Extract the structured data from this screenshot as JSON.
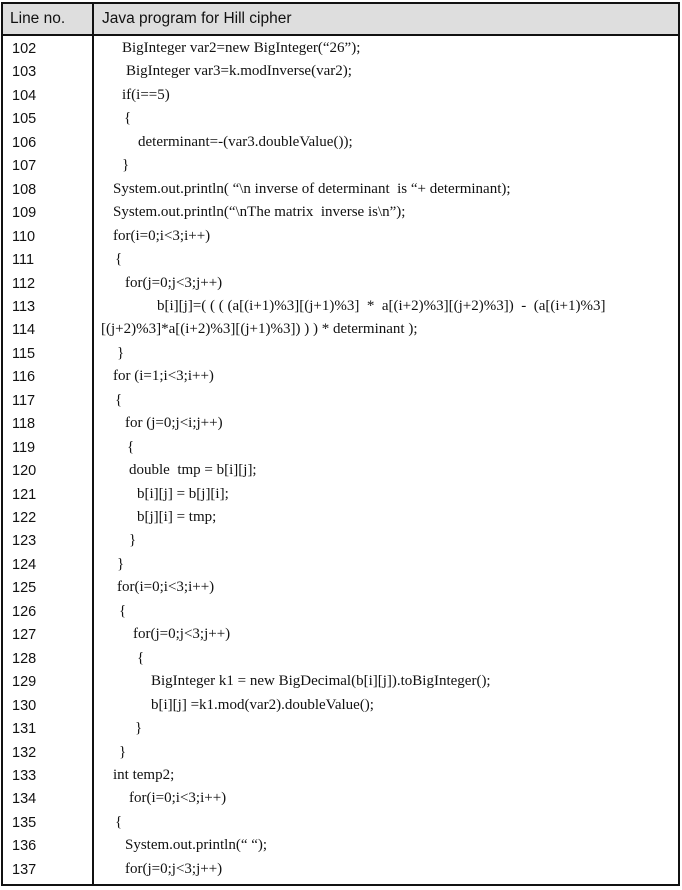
{
  "table": {
    "headers": {
      "line_no": "Line no.",
      "code": "Java program for Hill cipher"
    },
    "rows": [
      {
        "n": "102",
        "code": "BigInteger var2=new BigInteger(“26”);"
      },
      {
        "n": "103",
        "code": "BigInteger var3=k.modInverse(var2);"
      },
      {
        "n": "104",
        "code": "if(i==5)"
      },
      {
        "n": "105",
        "code": "{"
      },
      {
        "n": "106",
        "code": "determinant=-(var3.doubleValue());"
      },
      {
        "n": "107",
        "code": "}"
      },
      {
        "n": "108",
        "code": "System.out.println( “\\n inverse of determinant  is “+ determinant);"
      },
      {
        "n": "109",
        "code": "System.out.println(“\\nThe matrix  inverse is\\n”);"
      },
      {
        "n": "110",
        "code": "for(i=0;i<3;i++)"
      },
      {
        "n": "111",
        "code": "{"
      },
      {
        "n": "112",
        "code": "for(j=0;j<3;j++)"
      },
      {
        "n": "113",
        "code": "b[i][j]=( ( ( (a[(i+1)%3][(j+1)%3]  *  a[(i+2)%3][(j+2)%3])  -  (a[(i+1)%3]"
      },
      {
        "n": "114",
        "code": "[(j+2)%3]*a[(i+2)%3][(j+1)%3]) ) ) * determinant );"
      },
      {
        "n": "115",
        "code": "}"
      },
      {
        "n": "116",
        "code": "for (i=1;i<3;i++)"
      },
      {
        "n": "117",
        "code": "{"
      },
      {
        "n": "118",
        "code": "for (j=0;j<i;j++)"
      },
      {
        "n": "119",
        "code": "{"
      },
      {
        "n": "120",
        "code": "double  tmp = b[i][j];"
      },
      {
        "n": "121",
        "code": "b[i][j] = b[j][i];"
      },
      {
        "n": "122",
        "code": "b[j][i] = tmp;"
      },
      {
        "n": "123",
        "code": "}"
      },
      {
        "n": "124",
        "code": "}"
      },
      {
        "n": "125",
        "code": "for(i=0;i<3;i++)"
      },
      {
        "n": "126",
        "code": "{"
      },
      {
        "n": "127",
        "code": "for(j=0;j<3;j++)"
      },
      {
        "n": "128",
        "code": "{"
      },
      {
        "n": "129",
        "code": "BigInteger k1 = new BigDecimal(b[i][j]).toBigInteger();"
      },
      {
        "n": "130",
        "code": "b[i][j] =k1.mod(var2).doubleValue();"
      },
      {
        "n": "131",
        "code": "}"
      },
      {
        "n": "132",
        "code": "}"
      },
      {
        "n": "133",
        "code": "int temp2;"
      },
      {
        "n": "134",
        "code": "for(i=0;i<3;i++)"
      },
      {
        "n": "135",
        "code": "{"
      },
      {
        "n": "136",
        "code": "System.out.println(“ “);"
      },
      {
        "n": "137",
        "code": "for(j=0;j<3;j++)"
      }
    ]
  }
}
